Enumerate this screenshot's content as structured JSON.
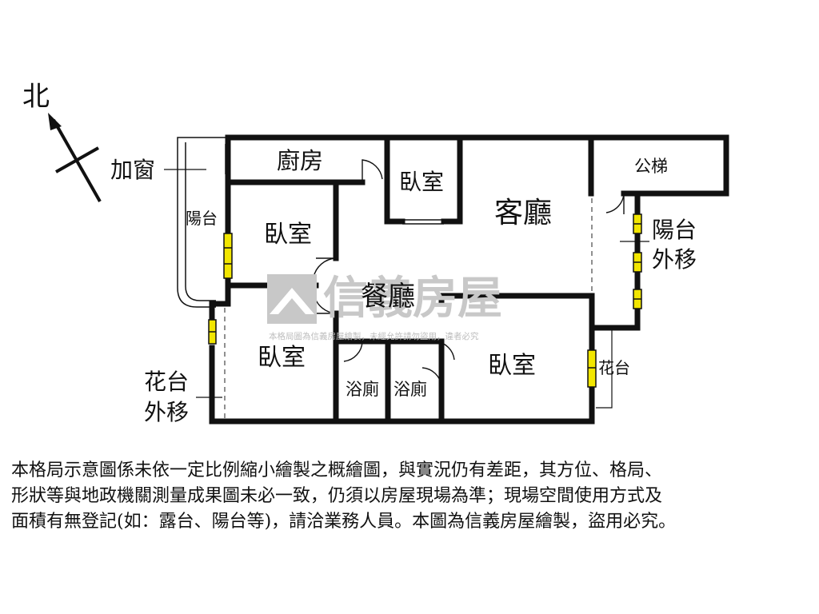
{
  "compass": {
    "label": "北"
  },
  "rooms": {
    "kitchen": "廚房",
    "bedroom_small": "臥室",
    "living_room": "客廳",
    "public_stairs": "公梯",
    "balcony_west": "陽台",
    "window_added": "加窗",
    "bedroom_northwest": "臥室",
    "dining_room": "餐廳",
    "balcony_east_line1": "陽台",
    "balcony_east_line2": "外移",
    "bedroom_southwest": "臥室",
    "bedroom_southeast": "臥室",
    "bathroom_1": "浴廁",
    "bathroom_2": "浴廁",
    "planter_east": "花台",
    "planter_west_line1": "花台",
    "planter_west_line2": "外移"
  },
  "watermark": {
    "brand": "信義房屋",
    "notice": "本格局圖為信義房屋繪製，未經允許請勿盜用，違者必究"
  },
  "disclaimer": {
    "lines": [
      "本格局示意圖係未依一定比例縮小繪製之概繪圖，與實況仍有差距，其方位、格局、",
      "形狀等與地政機關測量成果圖未必一致，仍須以房屋現場為準；現場空間使用方式及",
      "面積有無登記(如：露台、陽台等)，請洽業務人員。本圖為信義房屋繪製，盜用必究。"
    ]
  },
  "colors": {
    "wall": "#111111",
    "window": "#f2e600",
    "watermark": "#c8c8c8"
  }
}
